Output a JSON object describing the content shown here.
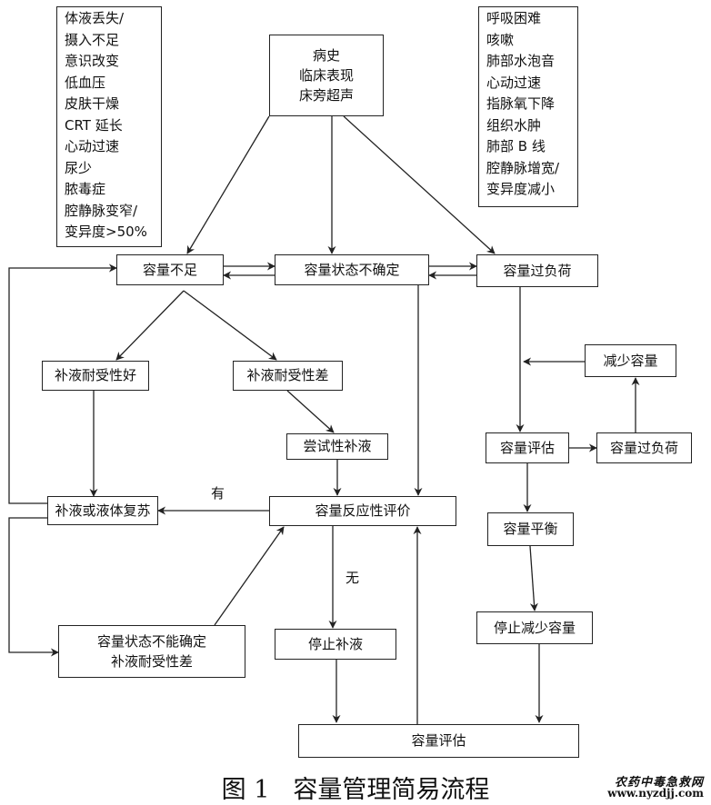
{
  "diagram": {
    "left_symptoms": [
      "体液丢失/",
      "摄入不足",
      "意识改变",
      "低血压",
      "皮肤干燥",
      "CRT 延长",
      "心动过速",
      "尿少",
      "脓毒症",
      "腔静脉变窄/",
      "变异度>50%"
    ],
    "history_box": [
      "病史",
      "临床表现",
      "床旁超声"
    ],
    "right_symptoms": [
      "呼吸困难",
      "咳嗽",
      "肺部水泡音",
      "心动过速",
      "指脉氧下降",
      "组织水肿",
      "肺部 B 线",
      "腔静脉增宽/",
      "变异度减小"
    ],
    "nodes": {
      "insufficient": "容量不足",
      "uncertain": "容量状态不确定",
      "overload": "容量过负荷",
      "tolerance_good": "补液耐受性好",
      "tolerance_poor": "补液耐受性差",
      "trial_fluid": "尝试性补液",
      "resuscitation": "补液或液体复苏",
      "responsiveness": "容量反应性评价",
      "uncertain_poor": [
        "容量状态不能确定",
        "补液耐受性差"
      ],
      "stop_fluid": "停止补液",
      "assessment_bottom": "容量评估",
      "reduce_volume": "减少容量",
      "assessment_right": "容量评估",
      "overload_right": "容量过负荷",
      "balance": "容量平衡",
      "stop_reduce": "停止减少容量"
    },
    "edge_labels": {
      "yes": "有",
      "no": "无"
    }
  },
  "caption": {
    "fig": "图 1",
    "title": "容量管理简易流程"
  },
  "watermark": {
    "line1": "农药中毒急救网",
    "line2": "www.nyzdjj.com"
  }
}
